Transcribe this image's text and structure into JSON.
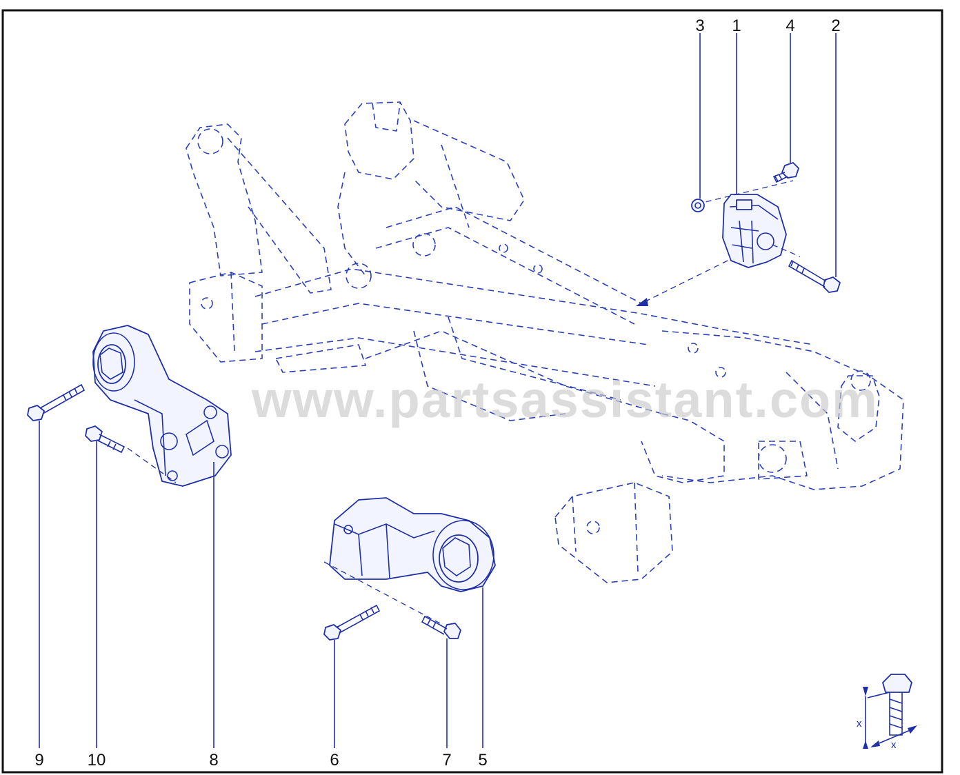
{
  "watermark": "www.partsassistant.com",
  "callouts": [
    "1",
    "2",
    "3",
    "4",
    "5",
    "6",
    "7",
    "8",
    "9",
    "10"
  ],
  "legend": {
    "dim_label_a": "x",
    "dim_label_b": "x"
  },
  "colors": {
    "line": "#1f2fa8",
    "frame": "#111111",
    "watermark": "#c9c9c9"
  }
}
